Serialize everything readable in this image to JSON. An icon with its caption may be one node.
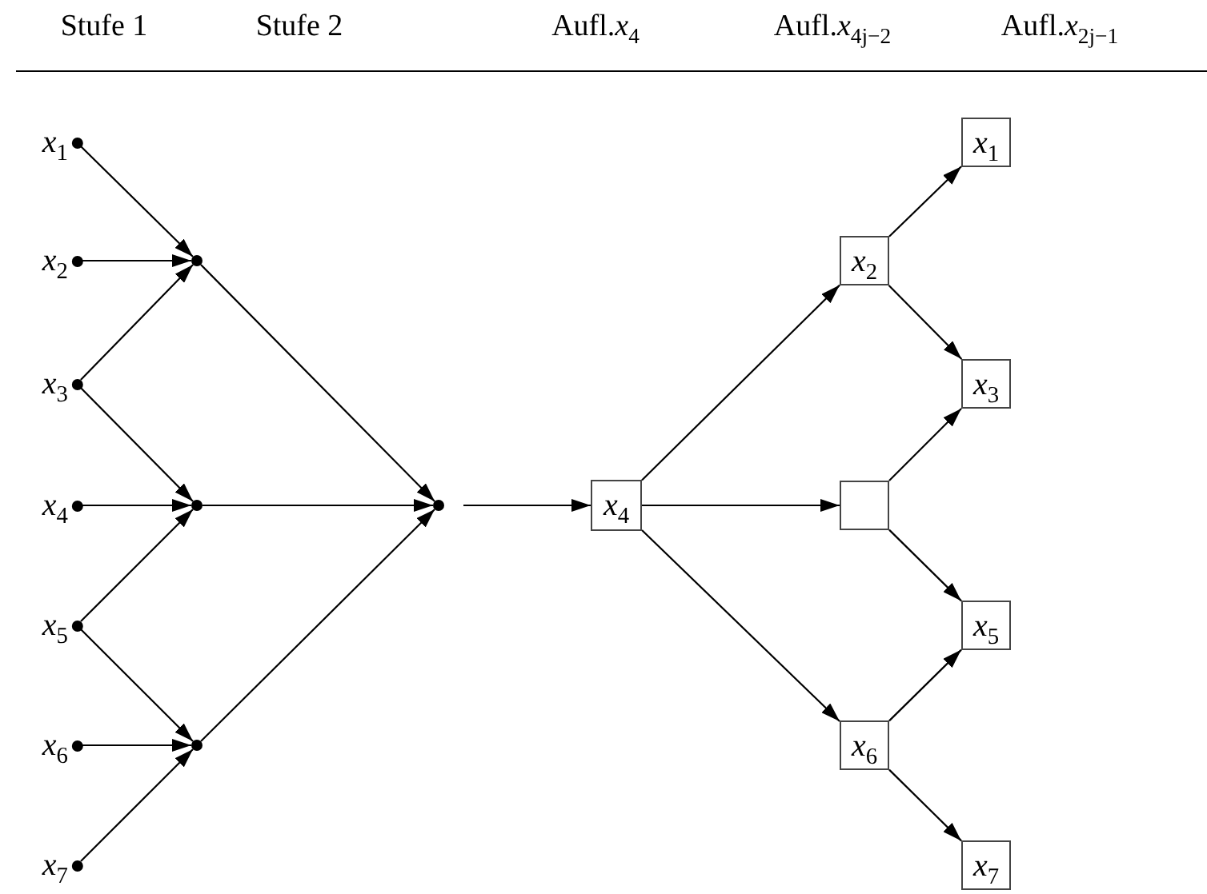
{
  "diagram": {
    "nodes": [
      {
        "text": [
          "*x*$_{1}$"
        ]
      },
      {
        "text": [
          "*x*$_{2}$"
        ]
      },
      {
        "text": [
          "*x*$_{3}$"
        ]
      },
      {
        "text": [
          "*x*$_{4}$"
        ]
      },
      {
        "text": [
          "*x*$_{5}$"
        ]
      },
      {
        "text": [
          "*x*$_{6}$"
        ]
      },
      {
        "text": [
          "*x*$_{7}$"
        ]
      },
      {
        "text": [],
        "shape": "circle"
      },
      {
        "text": [],
        "shape": "circle"
      },
      {
        "text": [],
        "shape": "circle"
      },
      {
        "text": [],
        "shape": "circle"
      },
      {
        "text": [
          "*x*$_{4}$"
        ]
      },
      {
        "text": [
          "*x*$_{2}$"
        ]
      },
      {
        "text": [],
        "shape": "box"
      },
      {
        "text": [
          "*x*$_{6}$"
        ]
      },
      {
        "text": [
          "*x*$_{1}$"
        ]
      },
      {
        "text": [
          "*x*$_{3}$"
        ]
      },
      {
        "text": [
          "*x*$_{5}$"
        ]
      },
      {
        "text": [
          "*x*$_{7}$"
        ]
      }
    ],
    "edges": [
      {
        "from": 0,
        "to": 7,
        "arrow": "to"
      },
      {
        "from": 1,
        "to": 7,
        "arrow": "to"
      },
      {
        "from": 2,
        "to": 7,
        "arrow": "to"
      },
      {
        "from": 2,
        "to": 8,
        "arrow": "to"
      },
      {
        "from": 3,
        "to": 8,
        "arrow": "to"
      },
      {
        "from": 4,
        "to": 8,
        "arrow": "to"
      },
      {
        "from": 4,
        "to": 9,
        "arrow": "to"
      },
      {
        "from": 5,
        "to": 9,
        "arrow": "to"
      },
      {
        "from": 6,
        "to": 9,
        "arrow": "to"
      },
      {
        "from": 7,
        "to": 10,
        "arrow": "to"
      },
      {
        "from": 8,
        "to": 10,
        "arrow": "to"
      },
      {
        "from": 9,
        "to": 10,
        "arrow": "to"
      },
      {
        "from": 10,
        "to": 11,
        "arrow": "to"
      },
      {
        "from": 11,
        "to": 12,
        "arrow": "to"
      },
      {
        "from": 11,
        "to": 13,
        "arrow": "to"
      },
      {
        "from": 11,
        "to": 14,
        "arrow": "to"
      },
      {
        "from": 12,
        "to": 15,
        "arrow": "to"
      },
      {
        "from": 12,
        "to": 16,
        "arrow": "to"
      },
      {
        "from": 13,
        "to": 16,
        "arrow": "to"
      },
      {
        "from": 13,
        "to": 17,
        "arrow": "to"
      },
      {
        "from": 14,
        "to": 17,
        "arrow": "to"
      },
      {
        "from": 14,
        "to": 18,
        "arrow": "to"
      }
    ],
    "labels": [
      "Stufe 1",
      "Stufe 2",
      "Aufl.*x*$_{4}$",
      "Aufl.*x*$_{4j−2}$",
      "Aufl.*x*$_{2j−1}$"
    ]
  }
}
